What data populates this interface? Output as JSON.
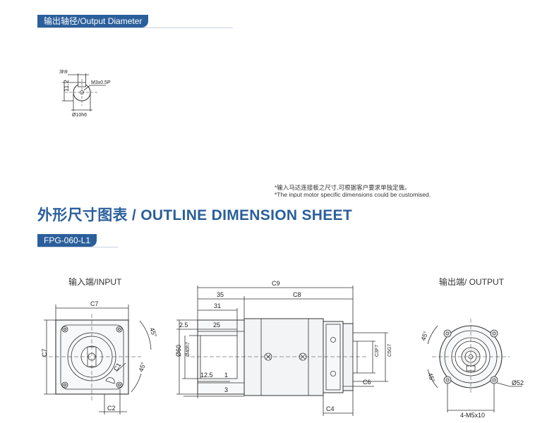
{
  "header": {
    "output_diameter_tab": "输出轴径/Output Diameter",
    "main_title": "外形尺寸图表 / OUTLINE DIMENSION SHEET",
    "model_tab": "FPG-060-L1"
  },
  "notes": {
    "cn": "*输入马达连接板之尺寸,可根据客户要求单独定做。",
    "en": "*The input motor specific dimensions could be customised."
  },
  "shaft_dims": {
    "key_width": "3h9",
    "height": "11.2",
    "thread": "M3x0.5P",
    "diameter": "Ø10h6"
  },
  "views": {
    "input_label": "输入端/INPUT",
    "output_label": "输出端/ OUTPUT"
  },
  "input_dims": {
    "c7_top": "C7",
    "c7_left": "C7",
    "c1": "C1",
    "c2": "C2",
    "angle_top": "45°",
    "angle_bottom": "45°"
  },
  "side_dims": {
    "c9": "C9",
    "d35": "35",
    "c8": "C8",
    "d31": "31",
    "d25": "25",
    "d2_5": "2.5",
    "d60": "Ø60",
    "d40": "Ø40h7",
    "d12_5": "12.5",
    "d1": "1",
    "d3": "3",
    "c3": "C3F7",
    "c5": "C5G7",
    "c6": "C6",
    "c4": "C4"
  },
  "output_dims": {
    "angle_top": "45°",
    "angle_bottom": "45°",
    "d52": "Ø52",
    "holes": "4-M5x10"
  }
}
